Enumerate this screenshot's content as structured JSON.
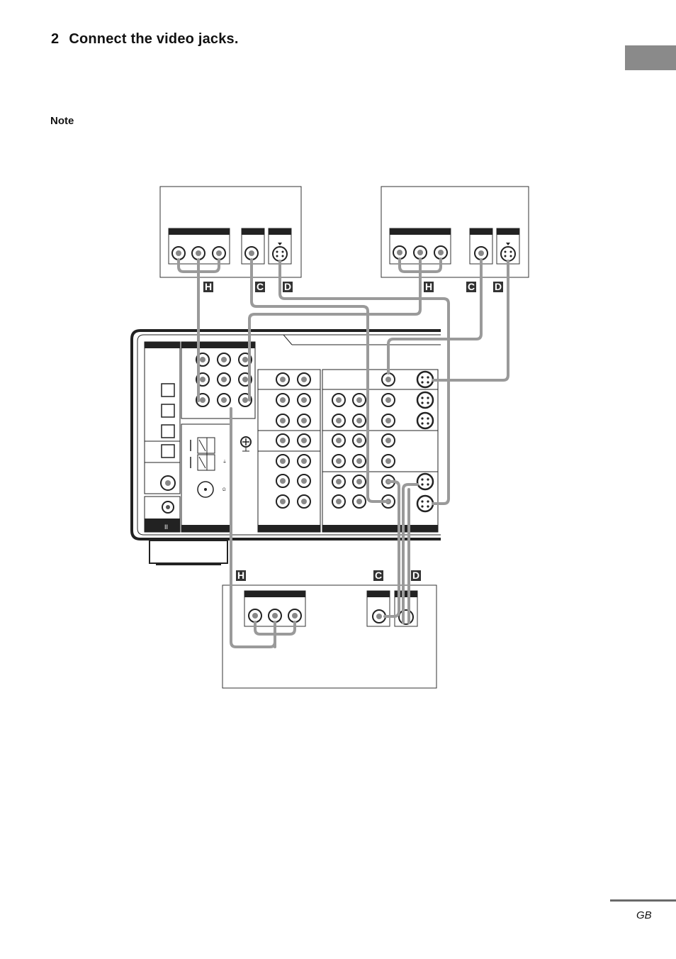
{
  "section": {
    "number": "2",
    "title": "Connect the video jacks."
  },
  "note_label": "Note",
  "footer": {
    "lang": "GB"
  },
  "cable_labels": {
    "component": "H",
    "video": "C",
    "svideo": "D"
  },
  "tab_color": "#8a8a8a",
  "cable_color": "#9a9a9a"
}
